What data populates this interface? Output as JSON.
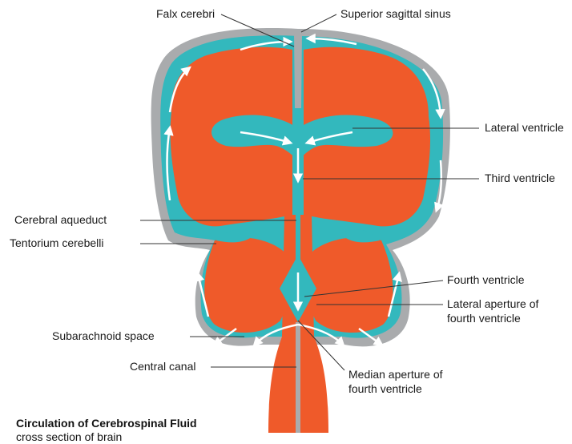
{
  "colors": {
    "dura": "#a9abad",
    "csf": "#33b8bd",
    "brain": "#ef5a2a",
    "flow_arrow": "#ffffff",
    "leader": "#333333"
  },
  "labels": {
    "falx_cerebri": "Falx cerebri",
    "superior_sagittal_sinus": "Superior sagittal sinus",
    "lateral_ventricle": "Lateral ventricle",
    "third_ventricle": "Third ventricle",
    "cerebral_aqueduct": "Cerebral aqueduct",
    "tentorium_cerebelli": "Tentorium cerebelli",
    "fourth_ventricle": "Fourth ventricle",
    "lateral_aperture_line1": "Lateral aperture of",
    "lateral_aperture_line2": "fourth ventricle",
    "subarachnoid_space": "Subarachnoid space",
    "central_canal": "Central canal",
    "median_aperture_line1": "Median aperture of",
    "median_aperture_line2": "fourth ventricle"
  },
  "caption": {
    "title": "Circulation of Cerebrospinal Fluid",
    "subtitle": "cross section of brain"
  }
}
